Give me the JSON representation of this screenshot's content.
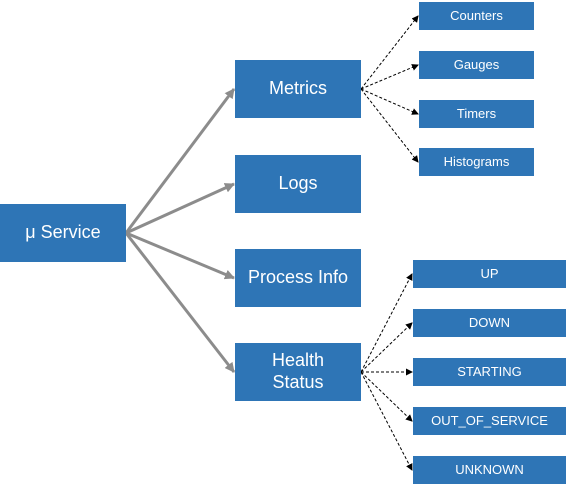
{
  "diagram": {
    "root": {
      "label": "μ Service"
    },
    "categories": [
      {
        "label": "Metrics"
      },
      {
        "label": "Logs"
      },
      {
        "label": "Process Info"
      },
      {
        "label": "Health Status"
      }
    ],
    "metrics_children": [
      {
        "label": "Counters"
      },
      {
        "label": "Gauges"
      },
      {
        "label": "Timers"
      },
      {
        "label": "Histograms"
      }
    ],
    "health_children": [
      {
        "label": "UP"
      },
      {
        "label": "DOWN"
      },
      {
        "label": "STARTING"
      },
      {
        "label": "OUT_OF_SERVICE"
      },
      {
        "label": "UNKNOWN"
      }
    ],
    "colors": {
      "box_fill": "#2e75b6",
      "box_text": "#ffffff",
      "main_arrow": "#8c8c8c",
      "leaf_arrow": "#000000"
    }
  }
}
